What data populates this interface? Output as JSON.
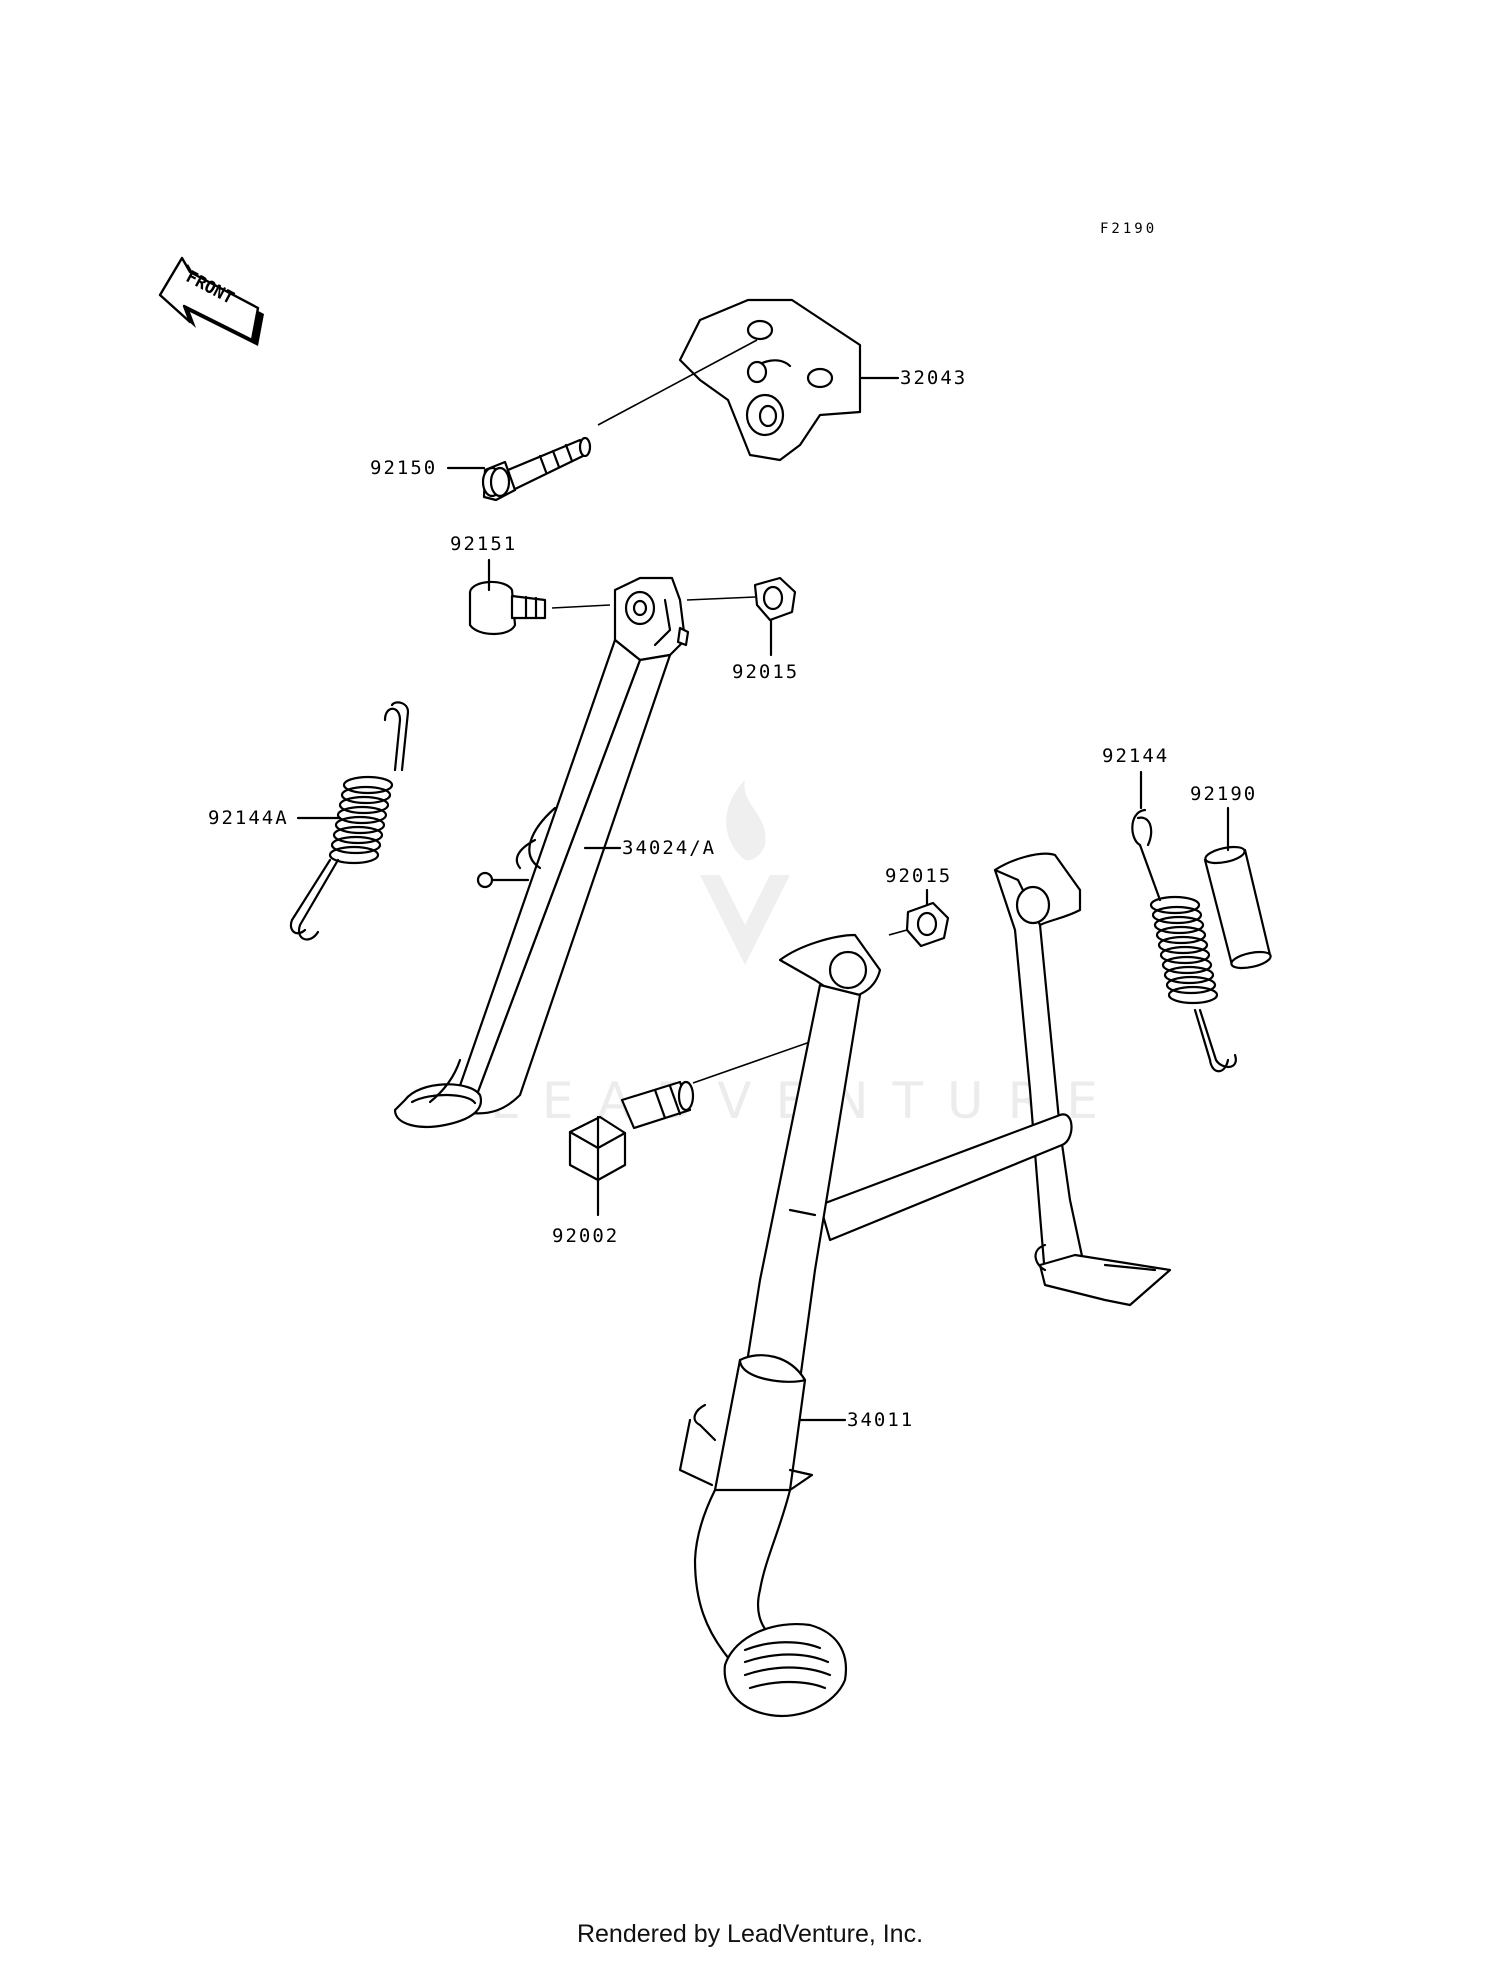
{
  "diagram": {
    "figure_code": "F2190",
    "front_label": "FRONT",
    "watermark": "LEADVENTURE",
    "footer": "Rendered by LeadVenture, Inc.",
    "callouts": [
      {
        "id": "c-32043",
        "text": "32043"
      },
      {
        "id": "c-92150",
        "text": "92150"
      },
      {
        "id": "c-92151",
        "text": "92151"
      },
      {
        "id": "c-92015-top",
        "text": "92015"
      },
      {
        "id": "c-92144a",
        "text": "92144A"
      },
      {
        "id": "c-34024a",
        "text": "34024/A"
      },
      {
        "id": "c-92144",
        "text": "92144"
      },
      {
        "id": "c-92190",
        "text": "92190"
      },
      {
        "id": "c-92015-mid",
        "text": "92015"
      },
      {
        "id": "c-92002",
        "text": "92002"
      },
      {
        "id": "c-34011",
        "text": "34011"
      }
    ]
  }
}
